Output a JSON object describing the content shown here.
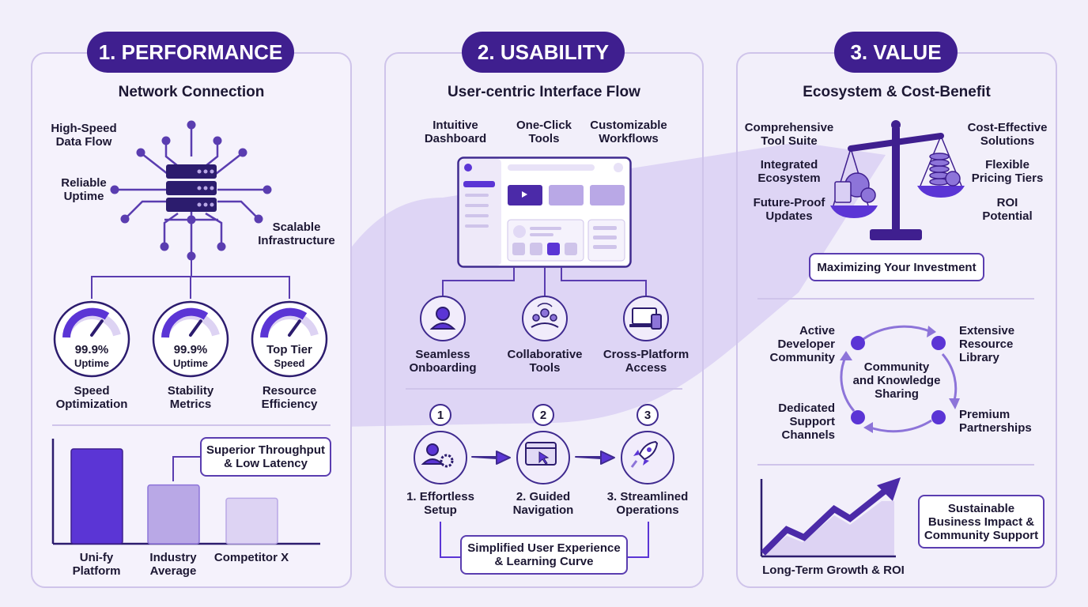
{
  "colors": {
    "accent": "#3f1f8f",
    "bar_primary": "#5b35d5",
    "bar_secondary": "#b9a8e6",
    "bar_tertiary": "#ddd3f3",
    "panel_border": "#cfc4ea"
  },
  "performance": {
    "badge": "1. PERFORMANCE",
    "title": "Network Connection",
    "labels": {
      "data_flow": "High-Speed\nData Flow",
      "uptime": "Reliable\nUptime",
      "scalable": "Scalable\nInfrastructure"
    },
    "gauges": [
      {
        "value": "99.9%",
        "unit": "Uptime",
        "caption": "Speed\nOptimization",
        "level": 0.7
      },
      {
        "value": "99.9%",
        "unit": "Uptime",
        "caption": "Stability\nMetrics",
        "level": 0.7
      },
      {
        "value": "Top Tier",
        "unit": "Speed",
        "caption": "Resource\nEfficiency",
        "level": 0.7
      }
    ],
    "callout": "Superior Throughput\n& Low Latency",
    "bars": [
      {
        "label": "Uni-fy\nPlatform",
        "value": 1.0
      },
      {
        "label": "Industry\nAverage",
        "value": 0.62
      },
      {
        "label": "Competitor X",
        "value": 0.48
      }
    ]
  },
  "usability": {
    "badge": "2. USABILITY",
    "title": "User-centric Interface Flow",
    "top_labels": [
      "Intuitive\nDashboard",
      "One-Click\nTools",
      "Customizable\nWorkflows"
    ],
    "features": [
      {
        "label": "Seamless\nOnboarding",
        "icon": "user-icon"
      },
      {
        "label": "Collaborative\nTools",
        "icon": "team-icon"
      },
      {
        "label": "Cross-Platform\nAccess",
        "icon": "devices-icon"
      }
    ],
    "steps": [
      {
        "number": "1",
        "label": "1. Effortless\nSetup",
        "icon": "user-gear-icon"
      },
      {
        "number": "2",
        "label": "2. Guided\nNavigation",
        "icon": "cursor-window-icon"
      },
      {
        "number": "3",
        "label": "3. Streamlined\nOperations",
        "icon": "rocket-icon"
      }
    ],
    "summary": "Simplified User Experience\n& Learning Curve"
  },
  "value": {
    "badge": "3. VALUE",
    "title": "Ecosystem & Cost-Benefit",
    "left_labels": [
      "Comprehensive\nTool Suite",
      "Integrated\nEcosystem",
      "Future-Proof\nUpdates"
    ],
    "right_labels": [
      "Cost-Effective\nSolutions",
      "Flexible\nPricing Tiers",
      "ROI\nPotential"
    ],
    "investment": "Maximizing Your Investment",
    "cycle_center": "Community\nand Knowledge\nSharing",
    "cycle_labels": [
      "Active\nDeveloper\nCommunity",
      "Extensive\nResource\nLibrary",
      "Dedicated\nSupport\nChannels",
      "Premium\nPartnerships"
    ],
    "growth_caption": "Long-Term Growth & ROI",
    "impact": "Sustainable\nBusiness Impact &\nCommunity Support"
  }
}
